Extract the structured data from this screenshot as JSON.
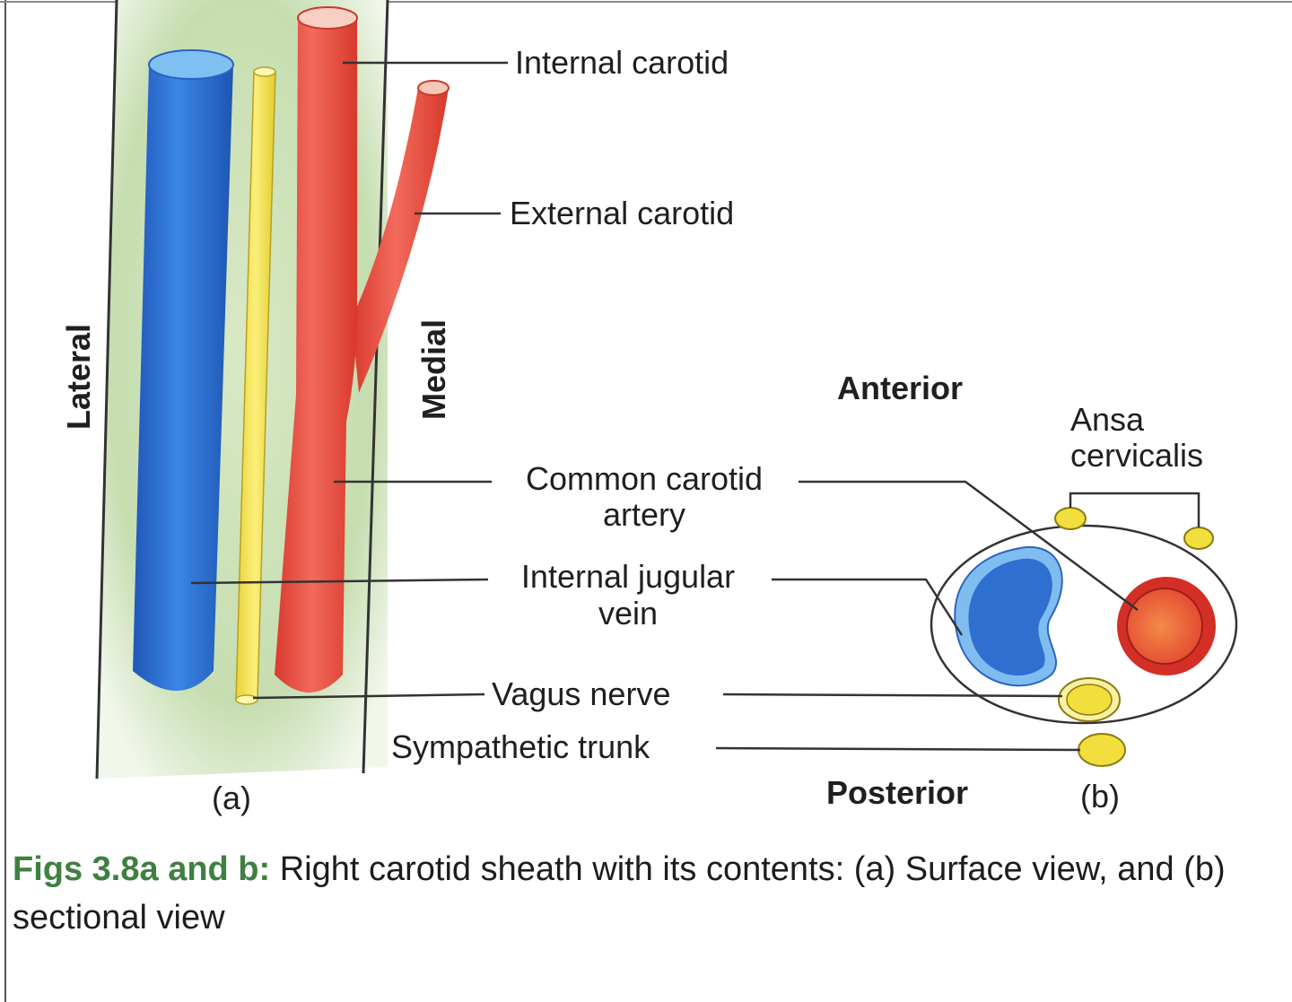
{
  "labels": {
    "internal_carotid": "Internal carotid",
    "external_carotid": "External carotid",
    "common_carotid_1": "Common carotid",
    "common_carotid_2": "artery",
    "internal_jugular_1": "Internal jugular",
    "internal_jugular_2": "vein",
    "vagus_nerve": "Vagus nerve",
    "sympathetic_trunk": "Sympathetic trunk",
    "lateral": "Lateral",
    "medial": "Medial",
    "anterior": "Anterior",
    "posterior": "Posterior",
    "ansa_1": "Ansa",
    "ansa_2": "cervicalis",
    "panel_a": "(a)",
    "panel_b": "(b)"
  },
  "caption": {
    "lead": "Figs 3.8a and b:",
    "text": "Right carotid sheath with its contents: (a) Surface view, and (b) sectional view"
  },
  "colors": {
    "vein": "#2f6fd0",
    "artery": "#e24a3c",
    "nerve": "#f2e04a",
    "sheath_bg": "#c9dfb4",
    "caption_lead": "#3f7f3f"
  }
}
